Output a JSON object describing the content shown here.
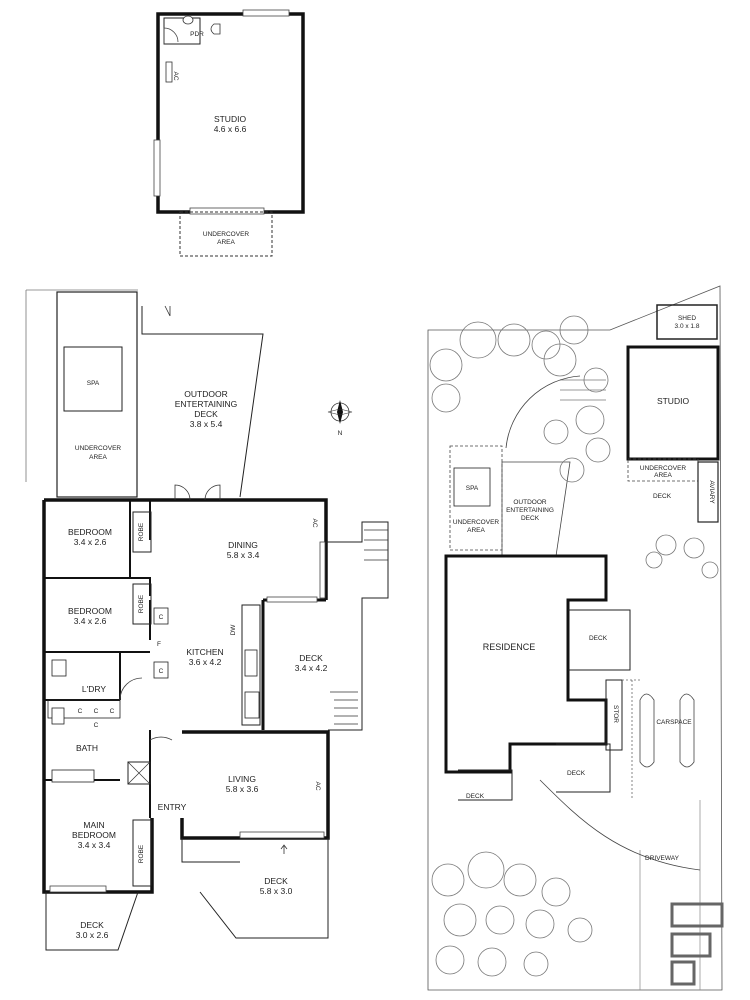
{
  "floorplan": {
    "studio_block": {
      "pdr": "PDR",
      "ac": "AC",
      "studio_name": "STUDIO",
      "studio_dims": "4.6 x 6.6",
      "undercover_1": "UNDERCOVER",
      "undercover_2": "AREA"
    },
    "main_block": {
      "spa": "SPA",
      "undercover_1": "UNDERCOVER",
      "undercover_2": "AREA",
      "outdoor_1": "OUTDOOR",
      "outdoor_2": "ENTERTAINING",
      "outdoor_3": "DECK",
      "outdoor_dims": "3.8 x 5.4",
      "compass_n": "N",
      "bedroom1_name": "BEDROOM",
      "bedroom1_dims": "3.4 x 2.6",
      "bedroom2_name": "BEDROOM",
      "bedroom2_dims": "3.4 x 2.6",
      "robe": "ROBE",
      "dining_name": "DINING",
      "dining_dims": "5.8 x 3.4",
      "ac": "AC",
      "kitchen_name": "KITCHEN",
      "kitchen_dims": "3.6 x 4.2",
      "dw": "DW",
      "c": "C",
      "f": "F",
      "laundry": "L'DRY",
      "bath": "BATH",
      "deck_east_name": "DECK",
      "deck_east_dims": "3.4 x 4.2",
      "living_name": "LIVING",
      "living_dims": "5.8 x 3.6",
      "entry": "ENTRY",
      "main_bed_1": "MAIN",
      "main_bed_2": "BEDROOM",
      "main_bed_dims": "3.4 x 3.4",
      "deck_front_name": "DECK",
      "deck_front_dims": "5.8 x 3.0",
      "deck_corner_name": "DECK",
      "deck_corner_dims": "3.0 x 2.6"
    }
  },
  "siteplan": {
    "shed_name": "SHED",
    "shed_dims": "3.0 x 1.8",
    "studio": "STUDIO",
    "undercover_1": "UNDERCOVER",
    "undercover_2": "AREA",
    "aviary": "AVIARY",
    "deck": "DECK",
    "spa": "SPA",
    "outdoor_1": "OUTDOOR",
    "outdoor_2": "ENTERTAINING",
    "outdoor_3": "DECK",
    "residence": "RESIDENCE",
    "stor": "STOR",
    "carspace": "CARSPACE",
    "driveway": "DRIVEWAY"
  }
}
